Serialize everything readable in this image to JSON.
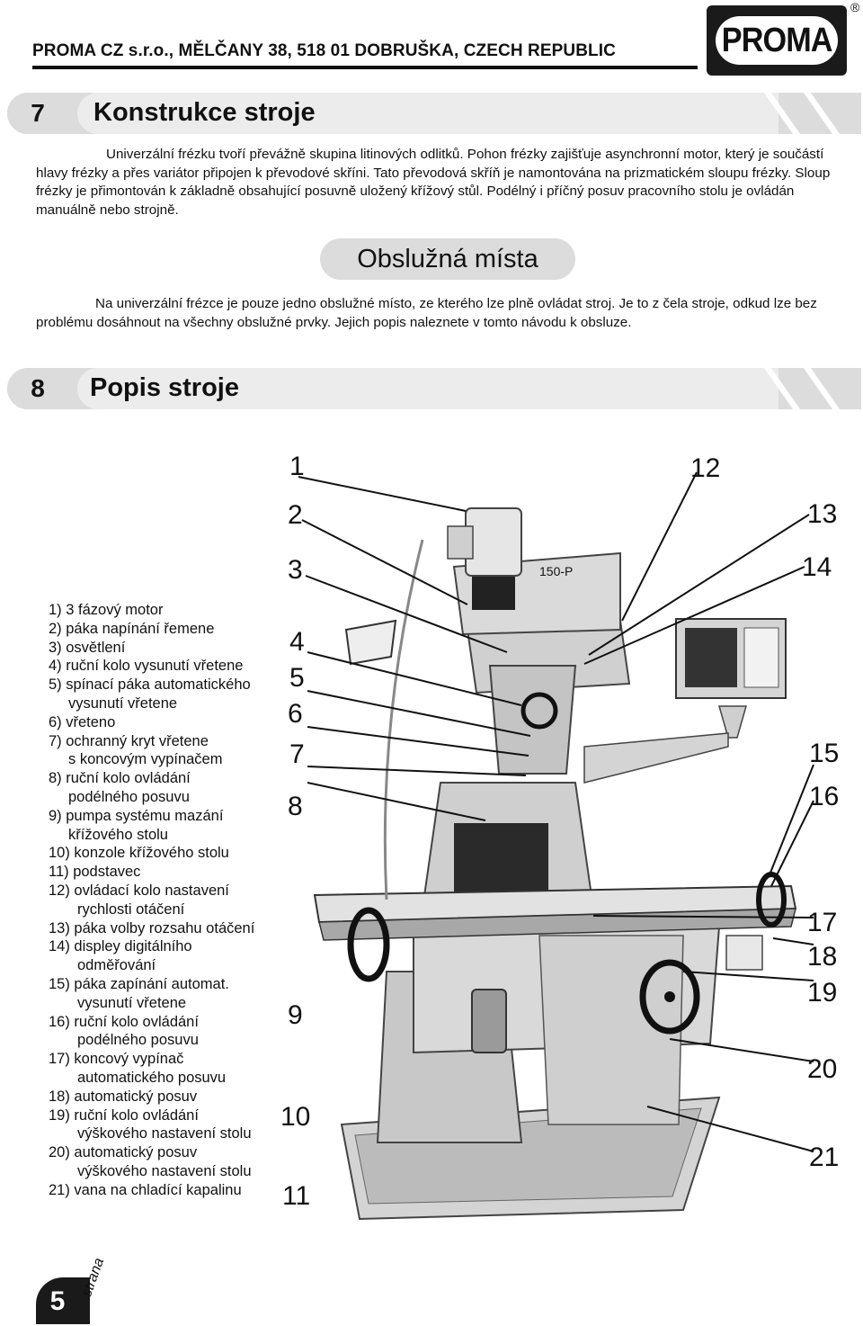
{
  "header": {
    "company": "PROMA CZ s.r.o., MĚLČANY 38, 518 01 DOBRUŠKA, CZECH REPUBLIC",
    "logo_text": "PROMA",
    "reg_mark": "®"
  },
  "section7": {
    "number": "7",
    "title": "Konstrukce stroje",
    "body": "Univerzální frézku tvoří převážně skupina litinových odlitků. Pohon frézky zajišťuje asynchronní motor, který je součástí hlavy frézky a přes variátor připojen k převodové skříni. Tato převodová skříň je namontována na prizmatickém sloupu frézky. Sloup frézky je přimontován k základně obsahující posuvně uložený křížový stůl. Podélný i příčný posuv pracovního stolu je ovládán manuálně nebo strojně."
  },
  "operating": {
    "title": "Obslužná místa",
    "body": "Na univerzální frézce je pouze jedno obslužné místo, ze kterého lze plně ovládat stroj. Je to z čela stroje, odkud lze bez problému dosáhnout na všechny obslužné prvky. Jejich popis naleznete v tomto návodu k obsluze."
  },
  "section8": {
    "number": "8",
    "title": "Popis stroje"
  },
  "legend": [
    [
      "1) 3 fázový motor"
    ],
    [
      "2) páka napínání řemene"
    ],
    [
      "3) osvětlení"
    ],
    [
      "4) ruční kolo vysunutí vřetene"
    ],
    [
      "5) spínací páka automatického",
      "vysunutí vřetene"
    ],
    [
      "6) vřeteno"
    ],
    [
      "7) ochranný kryt vřetene",
      "s koncovým vypínačem"
    ],
    [
      "8) ruční kolo ovládání",
      "podélného posuvu"
    ],
    [
      "9) pumpa systému mazání",
      "křížového stolu"
    ],
    [
      "10) konzole křížového stolu"
    ],
    [
      "11)  podstavec"
    ],
    [
      "12) ovládací kolo nastavení",
      "rychlosti otáčení"
    ],
    [
      "13) páka volby rozsahu otáčení"
    ],
    [
      "14) displey digitálního",
      "odměřování"
    ],
    [
      "15) páka zapínání automat.",
      "vysunutí vřetene"
    ],
    [
      "16) ruční kolo ovládání",
      "podélného posuvu"
    ],
    [
      "17) koncový vypínač",
      "automatického posuvu"
    ],
    [
      "18) automatický posuv"
    ],
    [
      "19) ruční kolo ovládání",
      "výškového nastavení stolu"
    ],
    [
      "20) automatický posuv",
      "výškového nastavení stolu"
    ],
    [
      "21) vana na chladící kapalinu"
    ]
  ],
  "callouts": [
    "1",
    "2",
    "3",
    "4",
    "5",
    "6",
    "7",
    "8",
    "9",
    "10",
    "11",
    "12",
    "13",
    "14",
    "15",
    "16",
    "17",
    "18",
    "19",
    "20",
    "21"
  ],
  "machine_labels": {
    "model": "150-P"
  },
  "footer": {
    "page": "5",
    "strana": "strana"
  }
}
